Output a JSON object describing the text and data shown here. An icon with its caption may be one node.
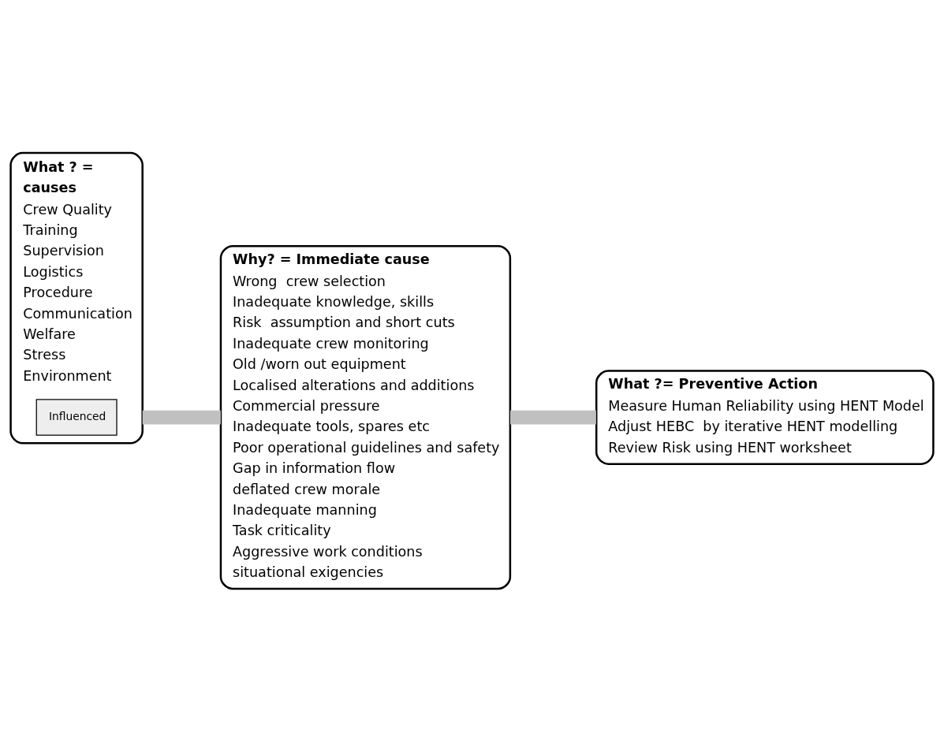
{
  "diagram": {
    "nodes": [
      {
        "text": [
          "What ? =",
          "causes",
          "Crew Quality",
          "Training",
          "Supervision",
          "Logistics",
          "Procedure",
          "Communication",
          "Welfare",
          "Stress",
          "Environment"
        ]
      },
      {
        "text": [
          "Influenced"
        ],
        "in": 0
      },
      {
        "text": [
          "Why? = Immediate cause",
          "Wrong  crew selection",
          "Inadequate knowledge, skills",
          "Risk  assumption and short cuts",
          "Inadequate crew monitoring",
          "Old /worn out equipment",
          "Localised alterations and additions",
          "Commercial pressure",
          "Inadequate tools, spares etc",
          "Poor operational guidelines and safety",
          "Gap in information flow",
          "deflated crew morale",
          "Inadequate manning",
          "Task criticality",
          "Aggressive work conditions",
          "situational exigencies"
        ]
      },
      {
        "text": [
          "What ?= Preventive Action",
          "Measure Human Reliability using HENT Model",
          "Adjust HEBC  by iterative HENT modelling",
          "Review Risk using HENT worksheet"
        ]
      }
    ],
    "edges": [
      {
        "from": 0,
        "to": 2,
        "arrow": "none"
      },
      {
        "from": 2,
        "to": 3,
        "arrow": "none"
      }
    ]
  }
}
